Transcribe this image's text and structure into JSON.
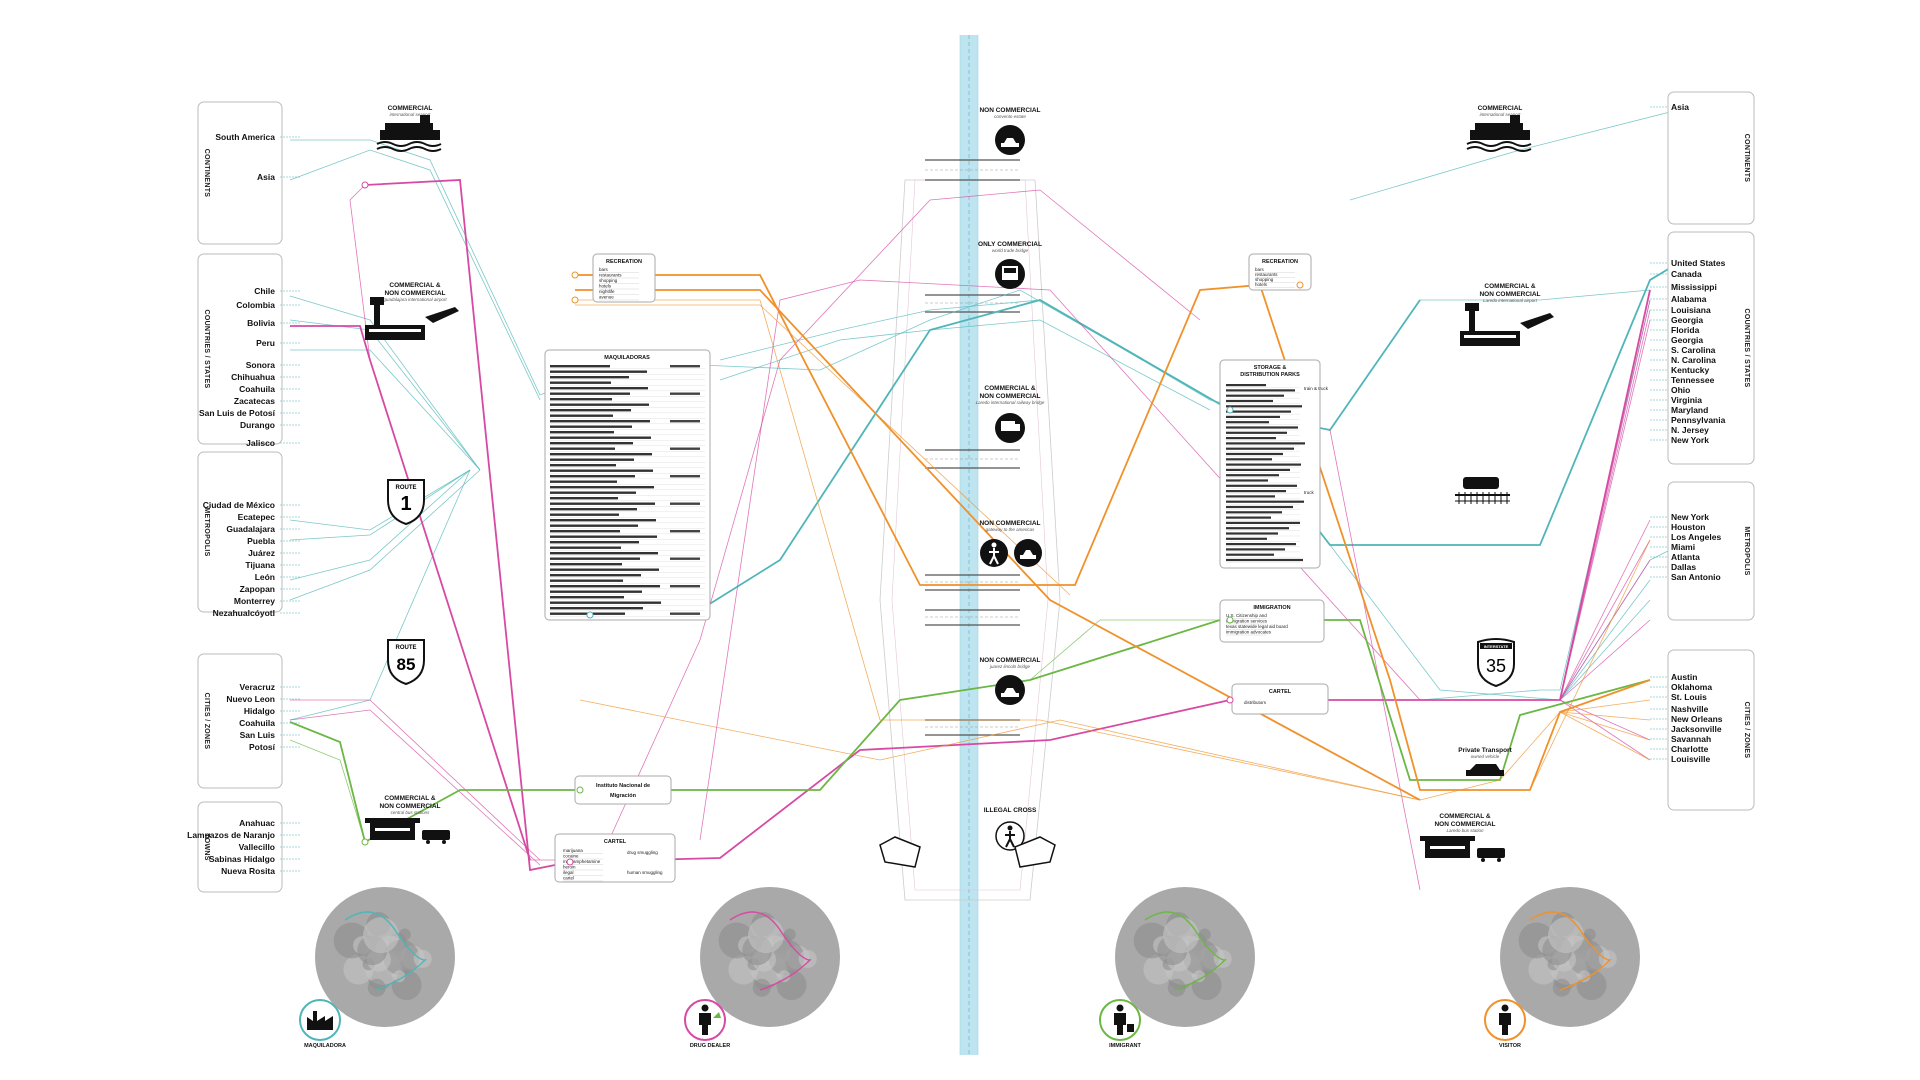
{
  "left": {
    "groups": [
      {
        "category": "CONTINENTS",
        "items": [
          "South America",
          "Asia"
        ]
      },
      {
        "category": "COUNTRIES / STATES",
        "items": [
          "Chile",
          "Colombia",
          "Bolivia",
          "Peru",
          "Sonora",
          "Chihuahua",
          "Coahuila",
          "Zacatecas",
          "San Luis de Potosí",
          "Durango",
          "Jalisco"
        ]
      },
      {
        "category": "METROPOLIS",
        "items": [
          "Ciudad de México",
          "Ecatepec",
          "Guadalajara",
          "Puebla",
          "Juárez",
          "Tijuana",
          "León",
          "Zapopan",
          "Monterrey",
          "Nezahualcóyotl"
        ]
      },
      {
        "category": "CITIES / ZONES",
        "items": [
          "Veracruz",
          "Nuevo Leon",
          "Hidalgo",
          "Coahuila",
          "San Luis",
          "Potosí"
        ]
      },
      {
        "category": "TOWNS",
        "items": [
          "Anahuac",
          "Lampazos de Naranjo",
          "Vallecillo",
          "Sabinas Hidalgo",
          "Nueva Rosita"
        ]
      }
    ],
    "transports": [
      {
        "title": "COMMERCIAL",
        "subtitle": "international seaport",
        "icon": "ship-icon"
      },
      {
        "title": "COMMERCIAL &",
        "title2": "NON COMMERCIAL",
        "subtitle": "guadalajara international airport",
        "icon": "airport-icon"
      },
      {
        "title": "ROUTE 1",
        "icon": "route-1-shield-icon"
      },
      {
        "title": "ROUTE 85",
        "icon": "route-85-shield-icon"
      },
      {
        "title": "COMMERCIAL &",
        "title2": "NON COMMERCIAL",
        "subtitle": "central bus stations",
        "icon": "bus-station-icon"
      }
    ]
  },
  "right": {
    "groups": [
      {
        "category": "CONTINENTS",
        "items": [
          "Asia"
        ]
      },
      {
        "category": "COUNTRIES / STATES",
        "items": [
          "United States",
          "Canada",
          "Mississippi",
          "Alabama",
          "Louisiana",
          "Georgia",
          "Florida",
          "Georgia",
          "S. Carolina",
          "N. Carolina",
          "Kentucky",
          "Tennessee",
          "Ohio",
          "Virginia",
          "Maryland",
          "Pennsylvania",
          "N. Jersey",
          "New York"
        ]
      },
      {
        "category": "METROPOLIS",
        "items": [
          "New York",
          "Houston",
          "Los Angeles",
          "Miami",
          "Atlanta",
          "Dallas",
          "San Antonio"
        ]
      },
      {
        "category": "CITIES / ZONES",
        "items": [
          "Austin",
          "Oklahoma",
          "St. Louis",
          "Nashville",
          "New Orleans",
          "Jacksonville",
          "Savannah",
          "Charlotte",
          "Louisville"
        ]
      }
    ],
    "transports": [
      {
        "title": "COMMERCIAL",
        "subtitle": "international seaport",
        "icon": "ship-icon"
      },
      {
        "title": "COMMERCIAL &",
        "title2": "NON COMMERCIAL",
        "subtitle": "Laredo international airport",
        "icon": "airport-icon"
      },
      {
        "title": "",
        "icon": "train-icon"
      },
      {
        "title": "INTERSTATE 35",
        "icon": "interstate-35-shield-icon"
      },
      {
        "title": "Private Transport",
        "subtitle": "owned vehicle",
        "icon": "car-icon"
      },
      {
        "title": "COMMERCIAL &",
        "title2": "NON COMMERCIAL",
        "subtitle": "Laredo bus station",
        "icon": "bus-station-icon"
      }
    ]
  },
  "crossings": [
    {
      "title": "NON COMMERCIAL",
      "subtitle": "convento estate",
      "icon": "car-icon"
    },
    {
      "title": "ONLY COMMERCIAL",
      "subtitle": "world trade bridge",
      "icon": "truck-icon"
    },
    {
      "title": "COMMERCIAL &",
      "title2": "NON COMMERCIAL",
      "subtitle": "Laredo international railway bridge",
      "icon": "train-icon"
    },
    {
      "title": "NON COMMERCIAL",
      "subtitle": "gateway to the americas",
      "icon": "pedestrian-car-icon"
    },
    {
      "title": "NON COMMERCIAL",
      "subtitle": "juarez lincoln bridge",
      "icon": "car-icon"
    },
    {
      "title": "ILLEGAL CROSS",
      "icon": "pedestrian-icon"
    }
  ],
  "mid_left_nodes": {
    "recreation": {
      "title": "RECREATION",
      "items": [
        "bars",
        "restaurants",
        "shopping",
        "hotels",
        "nightlife",
        "avenue"
      ]
    },
    "maquiladoras": {
      "title": "MAQUILADORAS"
    },
    "inm": {
      "title": "Instituto Nacional de",
      "title2": "Migración"
    },
    "cartel": {
      "title": "CARTEL",
      "items": [
        "marijuana",
        "cocaine",
        "methamphetamine",
        "heroin",
        "ilegal",
        "cartel"
      ],
      "notes": [
        "drug smuggling",
        "human smuggling"
      ]
    }
  },
  "mid_right_nodes": {
    "recreation": {
      "title": "RECREATION",
      "items": [
        "bars",
        "restaurants",
        "shopping",
        "hotels"
      ]
    },
    "storage": {
      "title": "STORAGE &",
      "title2": "DISTRIBUTION PARKS",
      "notes": [
        "train & truck",
        "truck"
      ]
    },
    "immigration": {
      "title": "IMMIGRATION",
      "items": [
        "U.S. Citizenship and",
        "immigration services",
        "texas statewide legal aid board",
        "immigration advocates"
      ]
    },
    "cartel": {
      "title": "CARTEL",
      "items": [
        "distributors"
      ]
    }
  },
  "actors": [
    {
      "label": "MAQUILADORA",
      "color": "#4fb5b8",
      "icon": "factory-icon"
    },
    {
      "label": "DRUG DEALER",
      "color": "#d64aa3",
      "icon": "drug-dealer-icon"
    },
    {
      "label": "IMMIGRANT",
      "color": "#6bb744",
      "icon": "immigrant-icon"
    },
    {
      "label": "VISITOR",
      "color": "#f0912a",
      "icon": "visitor-icon"
    }
  ],
  "colors": {
    "teal": "#4fb5b8",
    "pink": "#d64aa3",
    "green": "#6bb744",
    "orange": "#f0912a",
    "river": "#bde4ef"
  }
}
